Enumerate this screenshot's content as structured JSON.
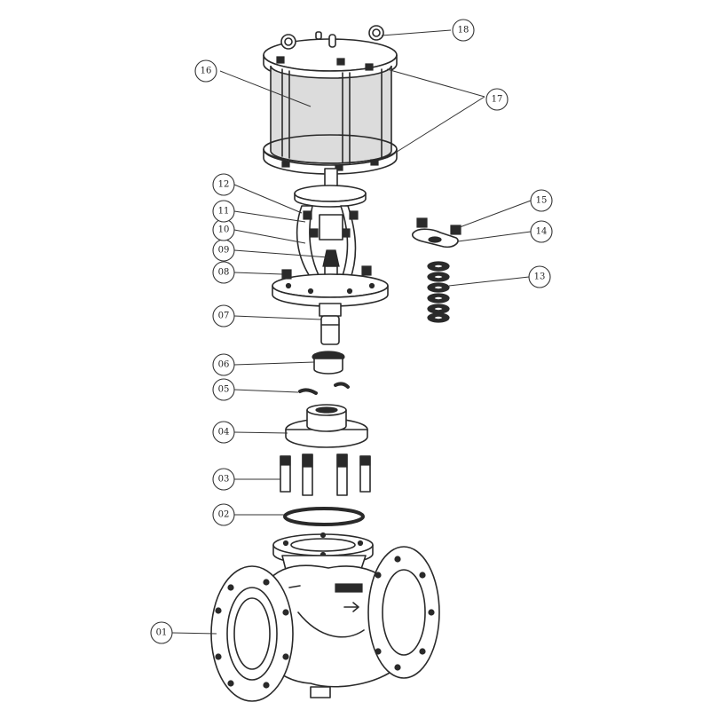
{
  "callouts": [
    {
      "id": "01",
      "label": "01"
    },
    {
      "id": "02",
      "label": "02"
    },
    {
      "id": "03",
      "label": "03"
    },
    {
      "id": "04",
      "label": "04"
    },
    {
      "id": "05",
      "label": "05"
    },
    {
      "id": "06",
      "label": "06"
    },
    {
      "id": "07",
      "label": "07"
    },
    {
      "id": "08",
      "label": "08"
    },
    {
      "id": "09",
      "label": "09"
    },
    {
      "id": "10",
      "label": "10"
    },
    {
      "id": "11",
      "label": "11"
    },
    {
      "id": "12",
      "label": "12"
    },
    {
      "id": "13",
      "label": "13"
    },
    {
      "id": "14",
      "label": "14"
    },
    {
      "id": "15",
      "label": "15"
    },
    {
      "id": "16",
      "label": "16"
    },
    {
      "id": "17",
      "label": "17"
    },
    {
      "id": "18",
      "label": "18"
    }
  ]
}
